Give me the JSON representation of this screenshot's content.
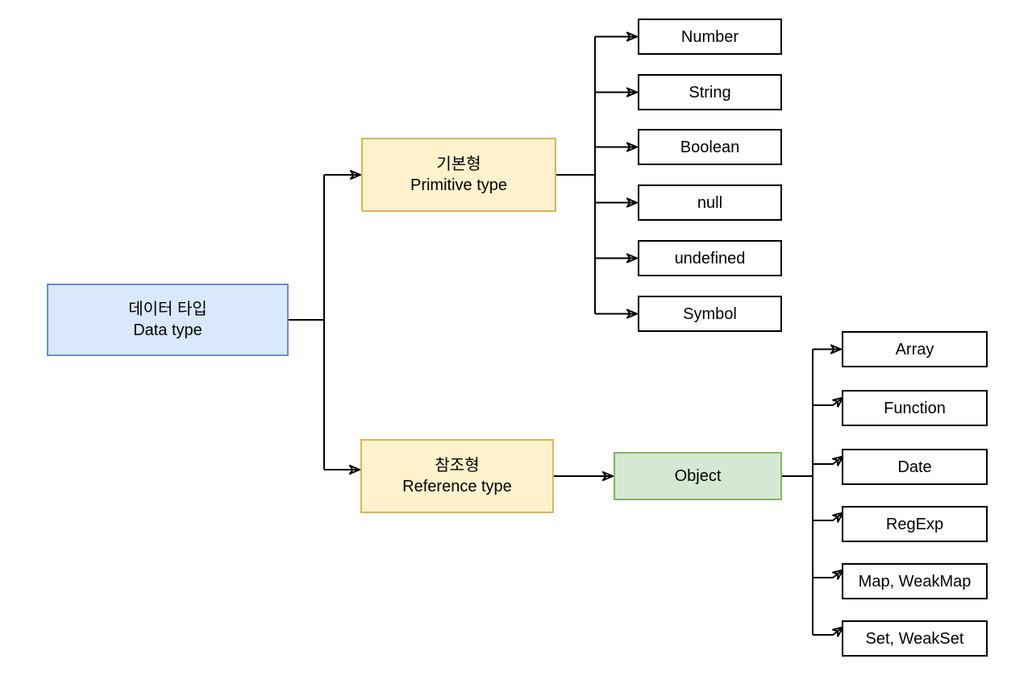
{
  "diagram": {
    "root": {
      "line1": "데이터 타입",
      "line2": "Data type"
    },
    "primitive": {
      "line1": "기본형",
      "line2": "Primitive type"
    },
    "reference": {
      "line1": "참조형",
      "line2": "Reference type"
    },
    "object": {
      "label": "Object"
    },
    "primitive_children": [
      {
        "label": "Number"
      },
      {
        "label": "String"
      },
      {
        "label": "Boolean"
      },
      {
        "label": "null"
      },
      {
        "label": "undefined"
      },
      {
        "label": "Symbol"
      }
    ],
    "object_children": [
      {
        "label": "Array"
      },
      {
        "label": "Function"
      },
      {
        "label": "Date"
      },
      {
        "label": "RegExp"
      },
      {
        "label": "Map, WeakMap"
      },
      {
        "label": "Set, WeakSet"
      }
    ]
  },
  "colors": {
    "root_fill": "#dae8fc",
    "root_stroke": "#6c8ebf",
    "branch_fill": "#fff2cc",
    "branch_stroke": "#d6b656",
    "object_fill": "#d5e8d4",
    "object_stroke": "#82b366",
    "leaf_fill": "#ffffff",
    "leaf_stroke": "#000000",
    "line": "#000000",
    "background": "#ffffff",
    "text": "#000000"
  }
}
